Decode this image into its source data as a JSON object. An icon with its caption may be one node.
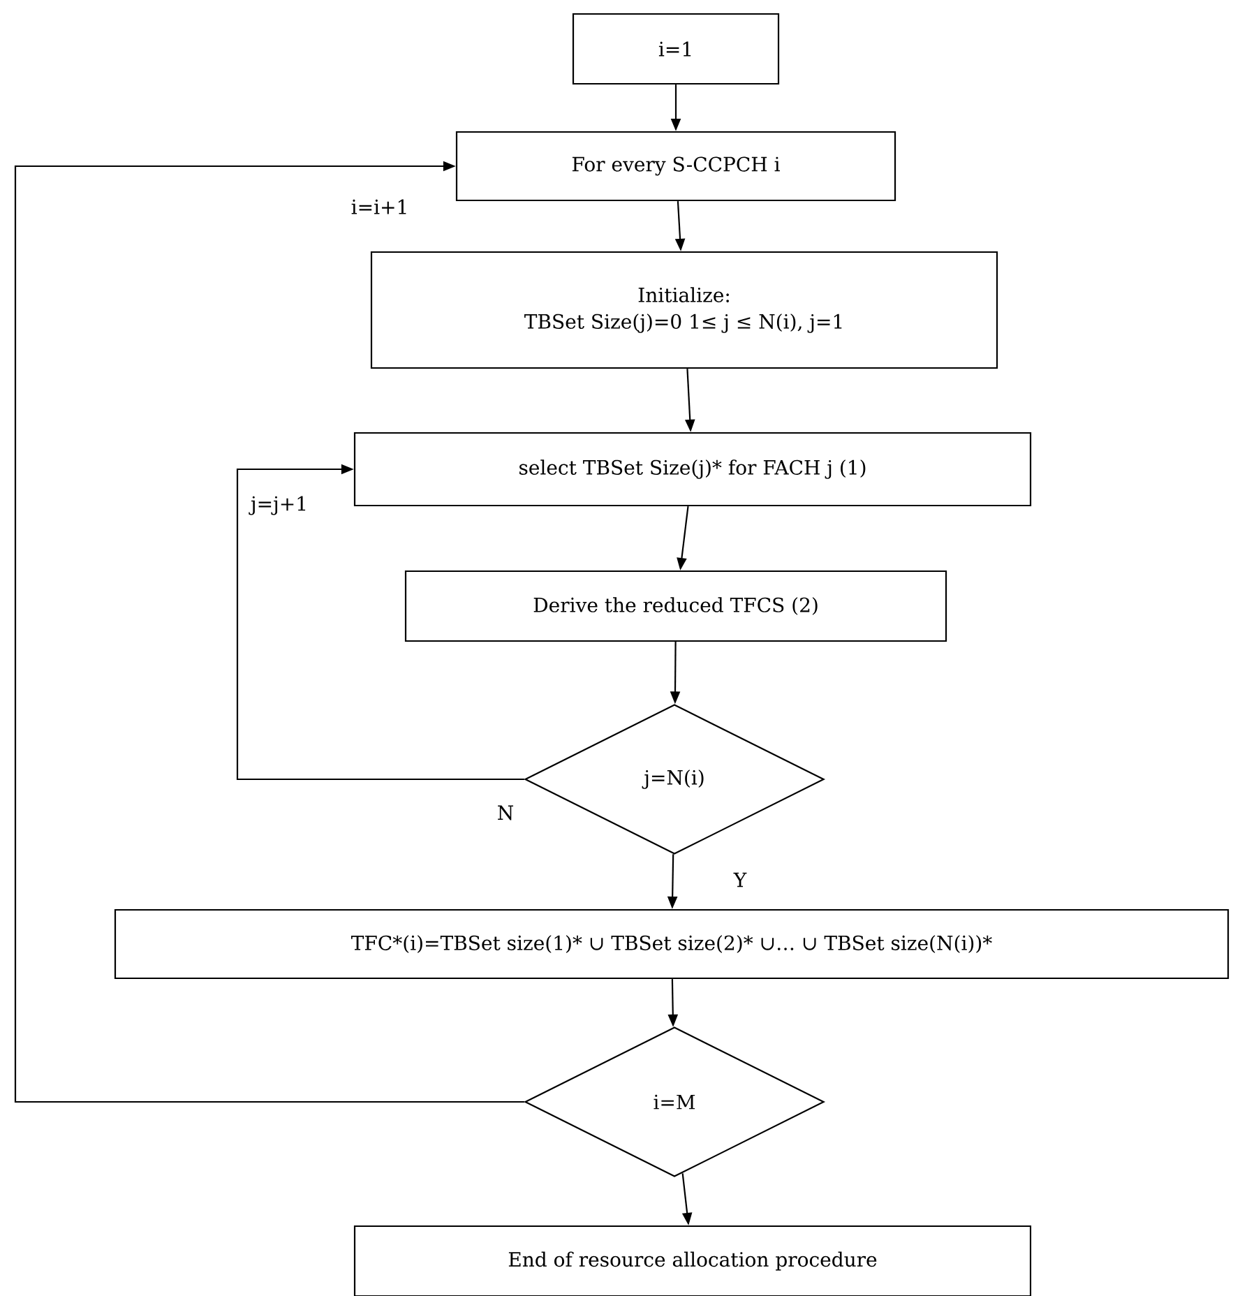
{
  "diagram": {
    "nodes": [
      {
        "text": [
          "i=1"
        ]
      },
      {
        "text": [
          "For every S-CCPCH i"
        ]
      },
      {
        "text": [
          "Initialize:",
          "TBSet Size(j)=0 1≤ j ≤ N(i), j=1"
        ]
      },
      {
        "text": [
          "select TBSet Size(j)* for FACH  j (1)"
        ]
      },
      {
        "text": [
          "Derive the reduced TFCS (2)"
        ]
      },
      {
        "text": [
          "j=N(i)"
        ]
      },
      {
        "text": [
          "TFC*(i)=TBSet size(1)* ∪ TBSet size(2)* ∪… ∪ TBSet size(N(i))*"
        ]
      },
      {
        "text": [
          "i=M"
        ]
      },
      {
        "text": [
          "End of resource allocation procedure"
        ]
      }
    ],
    "edges": [
      {
        "from": 0,
        "to": 1,
        "arrow": "to"
      },
      {
        "from": 1,
        "to": 2,
        "arrow": "to"
      },
      {
        "from": 2,
        "to": 3,
        "arrow": "to"
      },
      {
        "from": 3,
        "to": 4,
        "arrow": "to"
      },
      {
        "from": 4,
        "to": 5,
        "arrow": "to"
      },
      {
        "from": 5,
        "to": 3,
        "arrow": "to",
        "label": "N"
      },
      {
        "from": 5,
        "to": 6,
        "arrow": "to",
        "label": "Y"
      },
      {
        "from": 6,
        "to": 7,
        "arrow": "to"
      },
      {
        "from": 7,
        "to": 8,
        "arrow": "to"
      },
      {
        "from": 7,
        "to": 1,
        "arrow": "to"
      }
    ],
    "labels": [
      "i=i+1",
      "j=j+1"
    ]
  }
}
